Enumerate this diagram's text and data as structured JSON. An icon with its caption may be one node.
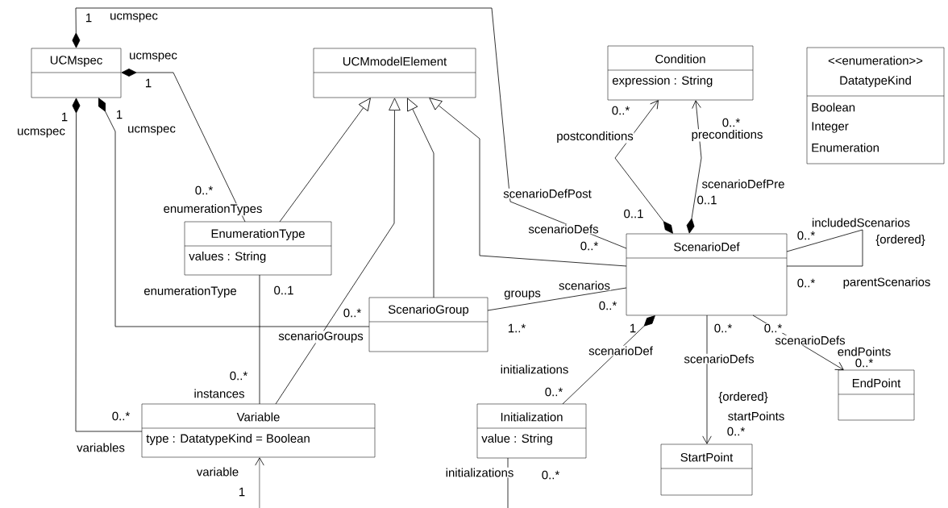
{
  "diagram": {
    "nodes": [
      {
        "text": [
          "UCMspec"
        ]
      },
      {
        "text": [
          "UCMmodelElement"
        ]
      },
      {
        "text": [
          "Condition",
          "expression : String"
        ]
      },
      {
        "text": [
          "<<enumeration>>",
          "DatatypeKind",
          "Boolean",
          "Integer",
          "Enumeration"
        ]
      },
      {
        "text": [
          "EnumerationType",
          "values : String"
        ]
      },
      {
        "text": [
          "ScenarioDef"
        ]
      },
      {
        "text": [
          "ScenarioGroup"
        ]
      },
      {
        "text": [
          "Variable",
          "type : DatatypeKind = Boolean"
        ]
      },
      {
        "text": [
          "Initialization",
          "value : String"
        ]
      },
      {
        "text": [
          "StartPoint"
        ]
      },
      {
        "text": [
          "EndPoint"
        ]
      }
    ],
    "edges": [
      {
        "from": 0,
        "to": 5,
        "arrow": "other"
      },
      {
        "from": 0,
        "to": 4,
        "arrow": "other"
      },
      {
        "from": 0,
        "to": 7,
        "arrow": "other"
      },
      {
        "from": 0,
        "to": 6,
        "arrow": "other"
      },
      {
        "from": 4,
        "to": 1,
        "arrow": "to"
      },
      {
        "from": 7,
        "to": 1,
        "arrow": "to"
      },
      {
        "from": 6,
        "to": 1,
        "arrow": "to"
      },
      {
        "from": 5,
        "to": 1,
        "arrow": "to"
      },
      {
        "from": 5,
        "to": 2,
        "arrow": "to"
      },
      {
        "from": 5,
        "to": 2,
        "arrow": "to"
      },
      {
        "from": 5,
        "to": 5,
        "arrow": "none"
      },
      {
        "from": 6,
        "to": 5,
        "arrow": "none"
      },
      {
        "from": 4,
        "to": 7,
        "arrow": "none"
      },
      {
        "from": 5,
        "to": 8,
        "arrow": "other"
      },
      {
        "from": 5,
        "to": 9,
        "arrow": "to"
      },
      {
        "from": 5,
        "to": 10,
        "arrow": "to"
      },
      {
        "from": null,
        "to": 7,
        "arrow": "to"
      },
      {
        "from": 8,
        "to": null,
        "arrow": "none"
      }
    ],
    "labels": [
      "1",
      "ucmspec",
      "scenarioDefs",
      "0..*",
      "ucmspec",
      "1",
      "0..*",
      "enumerationTypes",
      "1",
      "ucmspec",
      "0..*",
      "variables",
      "1",
      "ucmspec",
      "0..*",
      "scenarioGroups",
      "0..*",
      "postconditions",
      "scenarioDefPost",
      "0..1",
      "0..*",
      "preconditions",
      "scenarioDefPre",
      "0..1",
      "includedScenarios",
      "0..*",
      "{ordered}",
      "0..*",
      "parentScenarios",
      "groups",
      "scenarios",
      "0..*",
      "1..*",
      "enumerationType",
      "0..1",
      "0..*",
      "instances",
      "1",
      "scenarioDef",
      "initializations",
      "0..*",
      "0..*",
      "scenarioDefs",
      "{ordered}",
      "startPoints",
      "0..*",
      "0..*",
      "scenarioDefs",
      "endPoints",
      "0..*",
      "variable",
      "1",
      "initializations",
      "0..*"
    ]
  }
}
